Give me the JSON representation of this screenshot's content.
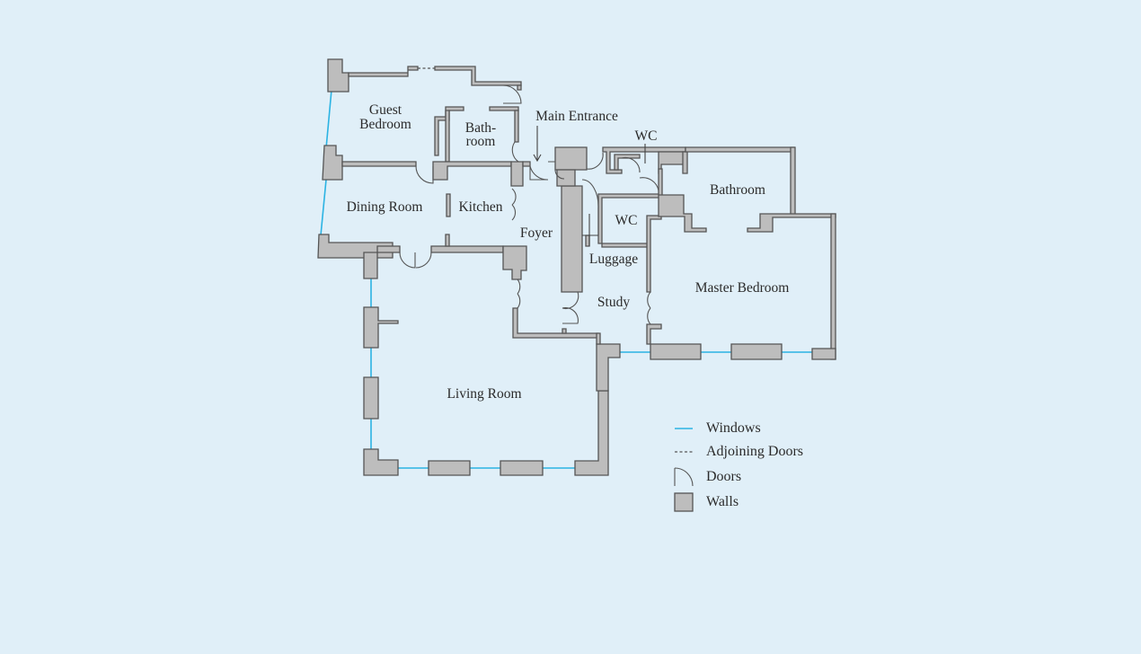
{
  "rooms": {
    "guest_bedroom": [
      "Guest",
      "Bedroom"
    ],
    "bathroom_small": [
      "Bath-",
      "room"
    ],
    "main_entrance": "Main Entrance",
    "wc_top": "WC",
    "bathroom": "Bathroom",
    "dining_room": "Dining Room",
    "kitchen": "Kitchen",
    "wc_mid": "WC",
    "foyer": "Foyer",
    "luggage": "Luggage",
    "master_bedroom": "Master Bedroom",
    "study": "Study",
    "living_room": "Living Room"
  },
  "legend": [
    {
      "key": "windows",
      "label": "Windows"
    },
    {
      "key": "adjoining_doors",
      "label": "Adjoining Doors"
    },
    {
      "key": "doors",
      "label": "Doors"
    },
    {
      "key": "walls",
      "label": "Walls"
    }
  ],
  "colors": {
    "background": "#e0eff8",
    "wall_fill": "#bdbdbd",
    "wall_stroke": "#555555",
    "window": "#2bb3e3"
  }
}
